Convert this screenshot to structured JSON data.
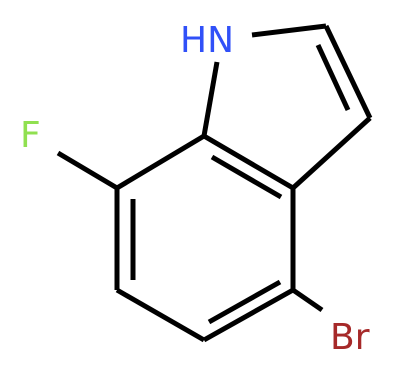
{
  "molecule": {
    "atoms": {
      "nh": {
        "text": "HN",
        "color": "#3050F8"
      },
      "f": {
        "text": "F",
        "color": "#90E050"
      },
      "br": {
        "text": "Br",
        "color": "#A62929"
      }
    },
    "bond_color": "#000000"
  }
}
